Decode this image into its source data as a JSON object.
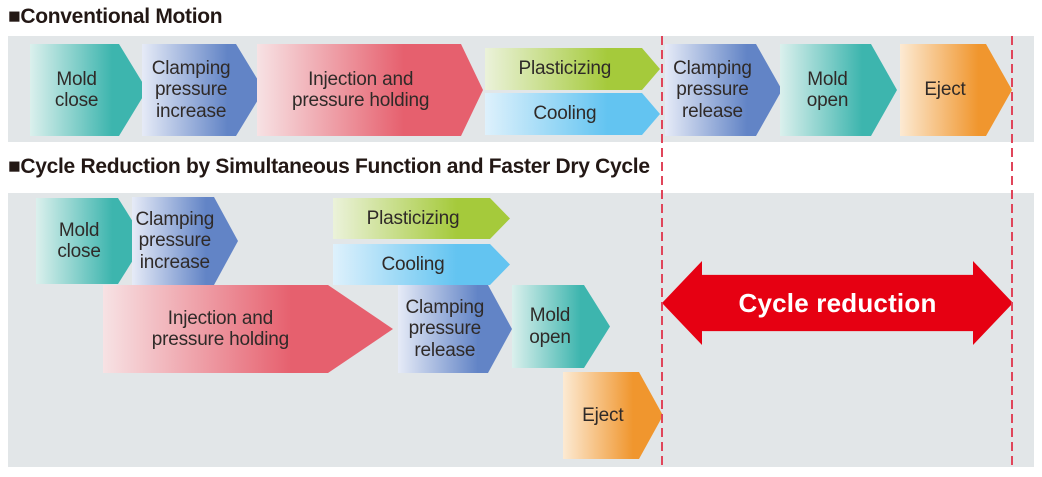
{
  "sections": {
    "conventional": {
      "title": "■Conventional Motion",
      "steps": [
        {
          "label": "Mold\nclose",
          "color": "#3db5ae"
        },
        {
          "label": "Clamping\npressure\nincrease",
          "color": "#6284c6"
        },
        {
          "label": "Injection and\npressure holding",
          "color": "#e6606e"
        },
        {
          "label": "Plasticizing",
          "color": "#a5ca3b"
        },
        {
          "label": "Cooling",
          "color": "#63c4f1"
        },
        {
          "label": "Clamping\npressure\nrelease",
          "color": "#6284c6"
        },
        {
          "label": "Mold\nopen",
          "color": "#3db5ae"
        },
        {
          "label": "Eject",
          "color": "#f0962e"
        }
      ]
    },
    "simultaneous": {
      "title": "■Cycle Reduction by Simultaneous Function and Faster Dry Cycle",
      "steps": [
        {
          "label": "Mold\nclose",
          "color": "#3db5ae"
        },
        {
          "label": "Clamping\npressure\nincrease",
          "color": "#6284c6"
        },
        {
          "label": "Plasticizing",
          "color": "#a5ca3b"
        },
        {
          "label": "Cooling",
          "color": "#63c4f1"
        },
        {
          "label": "Injection and\npressure holding",
          "color": "#e6606e"
        },
        {
          "label": "Clamping\npressure\nrelease",
          "color": "#6284c6"
        },
        {
          "label": "Mold\nopen",
          "color": "#3db5ae"
        },
        {
          "label": "Eject",
          "color": "#f0962e"
        }
      ],
      "cycle_reduction_label": "Cycle reduction"
    }
  },
  "colors": {
    "band_background": "#e2e6e8",
    "cycle_reduction_red": "#e60012",
    "dashed_line_red": "#e0455a",
    "title_text": "#231815",
    "step_text": "#2f2a28"
  }
}
